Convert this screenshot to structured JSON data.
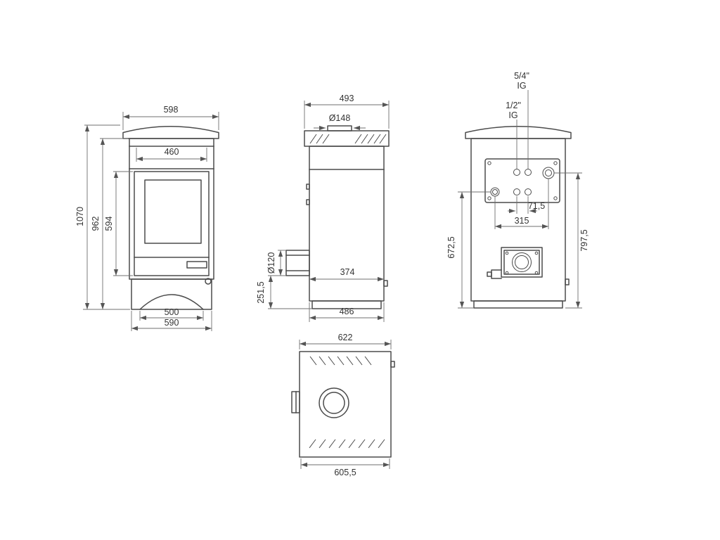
{
  "drawing": {
    "front": {
      "width_top": "598",
      "width_inner": "460",
      "height_total": "1070",
      "height_body": "962",
      "height_door": "594",
      "width_base_inner": "500",
      "width_base": "590"
    },
    "side": {
      "depth_top": "493",
      "flue_diameter": "Ø148",
      "outlet_diameter": "Ø120",
      "depth_inner": "374",
      "outlet_height": "251,5",
      "depth_base": "486"
    },
    "back": {
      "fitting_top_size": "5/4\"",
      "fitting_top_thread": "IG",
      "fitting_mid_size": "1/2\"",
      "fitting_mid_thread": "IG",
      "fitting_gap": "71,5",
      "fitting_span": "315",
      "height_lower_fitting": "672,5",
      "height_upper_fitting": "797,5"
    },
    "bottom": {
      "width_top": "622",
      "width_bottom": "605,5"
    }
  }
}
